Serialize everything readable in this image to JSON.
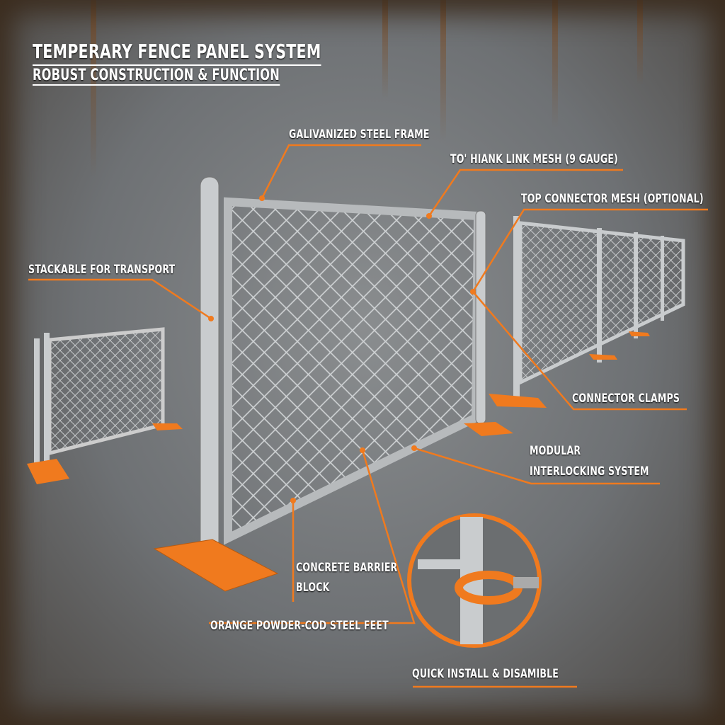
{
  "header": {
    "title": "TEMPERARY FENCE PANEL SYSTEM",
    "subtitle": "ROBUST CONSTRUCTION & FUNCTION"
  },
  "labels": {
    "frame": "GALIVANIZED STEEL FRAME",
    "mesh": "TO' HIANK LINK MESH (9 GAUGE)",
    "top_connector": "TOP CONNECTOR MESH (OPTIONAL)",
    "stackable": "STACKABLE FOR TRANSPORT",
    "clamps": "CONNECTOR CLAMPS",
    "modular_line1": "MODULAR",
    "modular_line2": "INTERLOCKING SYSTEM",
    "concrete_line1": "CONCRETE BARRIER",
    "concrete_line2": "BLOCK",
    "feet": "ORANGE POWDER-COD STEEL FEET",
    "install": "QUICK INSTALL & DISAMIBLE"
  },
  "colors": {
    "accent": "#f07a1e",
    "steel": "#c9ccce",
    "background": "#74777a"
  }
}
